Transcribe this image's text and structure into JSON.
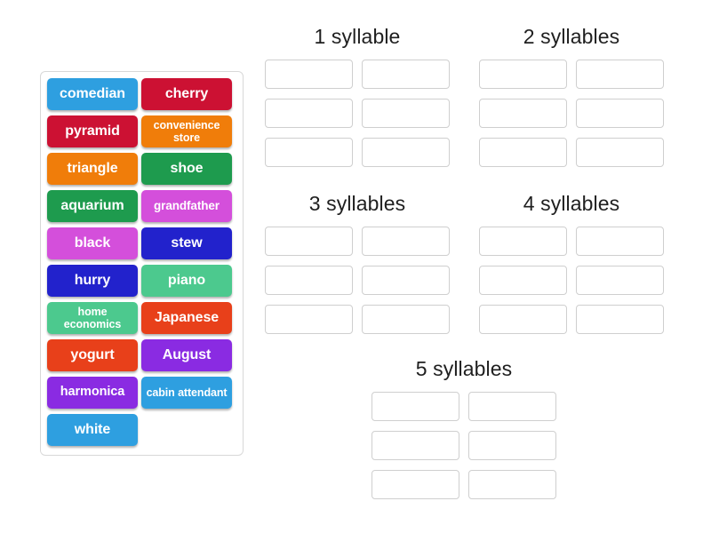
{
  "word_bank": {
    "tiles": [
      {
        "label": "comedian",
        "color": "#2e9fe0",
        "lines": 1
      },
      {
        "label": "cherry",
        "color": "#cc1133",
        "lines": 1
      },
      {
        "label": "pyramid",
        "color": "#cc1133",
        "lines": 1
      },
      {
        "label": "convenience store",
        "color": "#f07d0a",
        "lines": 2
      },
      {
        "label": "triangle",
        "color": "#f07d0a",
        "lines": 1
      },
      {
        "label": "shoe",
        "color": "#1e9b4e",
        "lines": 1
      },
      {
        "label": "aquarium",
        "color": "#1e9b4e",
        "lines": 1
      },
      {
        "label": "grandfather",
        "color": "#d44fdb",
        "lines": 1
      },
      {
        "label": "black",
        "color": "#d44fdb",
        "lines": 1
      },
      {
        "label": "stew",
        "color": "#2222cc",
        "lines": 1
      },
      {
        "label": "hurry",
        "color": "#2222cc",
        "lines": 1
      },
      {
        "label": "piano",
        "color": "#4cc98e",
        "lines": 1
      },
      {
        "label": "home economics",
        "color": "#4cc98e",
        "lines": 2
      },
      {
        "label": "Japanese",
        "color": "#e8401a",
        "lines": 1
      },
      {
        "label": "yogurt",
        "color": "#e8401a",
        "lines": 1
      },
      {
        "label": "August",
        "color": "#8a2be2",
        "lines": 1
      },
      {
        "label": "harmonica",
        "color": "#8a2be2",
        "lines": 1
      },
      {
        "label": "cabin attendant",
        "color": "#2e9fe0",
        "lines": 2
      },
      {
        "label": "white",
        "color": "#2e9fe0",
        "lines": 1
      }
    ]
  },
  "categories": [
    {
      "title": "1 syllable",
      "slots": 6
    },
    {
      "title": "2 syllables",
      "slots": 6
    },
    {
      "title": "3 syllables",
      "slots": 6
    },
    {
      "title": "4 syllables",
      "slots": 6
    },
    {
      "title": "5 syllables",
      "slots": 6
    }
  ]
}
